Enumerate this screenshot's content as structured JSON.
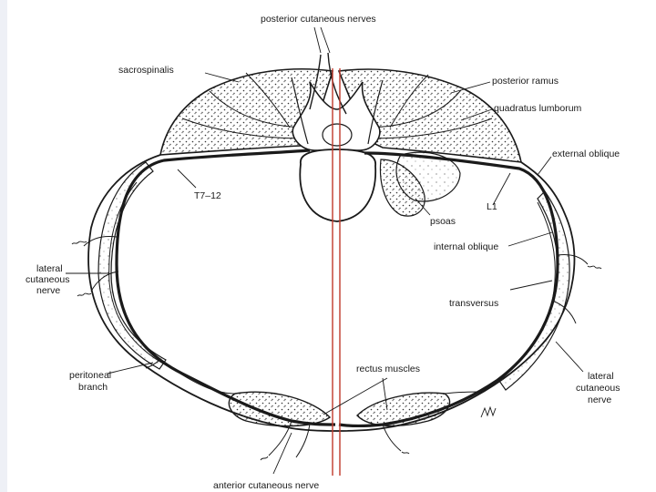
{
  "labels": {
    "posterior_cutaneous_nerves": "posterior cutaneous nerves",
    "sacrospinalis": "sacrospinalis",
    "posterior_ramus": "posterior ramus",
    "quadratus_lumborum": "quadratus lumborum",
    "external_oblique": "external oblique",
    "t7_12": "T7–12",
    "psoas": "psoas",
    "l1": "L1",
    "internal_oblique": "internal oblique",
    "lateral_cutaneous_nerve_left": [
      "lateral",
      "cutaneous",
      "nerve"
    ],
    "transversus": "transversus",
    "peritoneal_branch": [
      "peritoneal",
      "branch"
    ],
    "rectus_muscles": "rectus muscles",
    "lateral_cutaneous_nerve_right": [
      "lateral",
      "cutaneous",
      "nerve"
    ],
    "anterior_cutaneous_nerve": "anterior cutaneous nerve"
  },
  "colors": {
    "ink": "#1a1a1a",
    "midline": "#c0392b",
    "left_margin": "#eef0f6"
  }
}
